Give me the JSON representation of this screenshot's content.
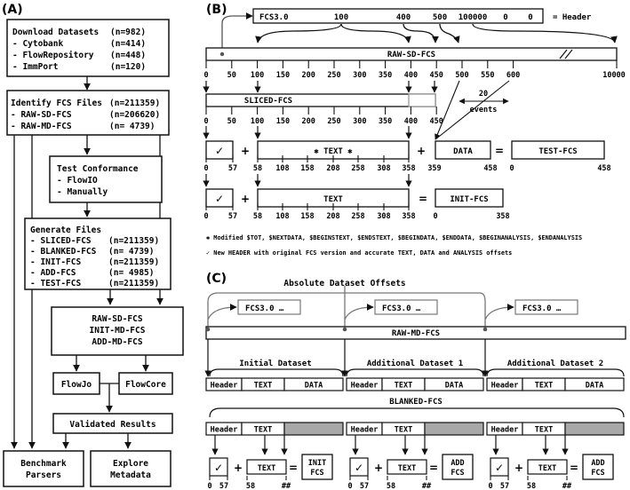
{
  "panel_a": {
    "label": "(A)",
    "download": {
      "title": "Download Datasets",
      "title_n": "(n=982)",
      "items": [
        {
          "name": "- Cytobank",
          "n": "(n=414)"
        },
        {
          "name": "- FlowRepository",
          "n": "(n=448)"
        },
        {
          "name": "- ImmPort",
          "n": "(n=120)"
        }
      ]
    },
    "identify": {
      "title": "Identify FCS Files",
      "title_n": "(n=211359)",
      "items": [
        {
          "name": "- RAW-SD-FCS",
          "n": "(n=206620)"
        },
        {
          "name": "- RAW-MD-FCS",
          "n": "(n=  4739)"
        }
      ]
    },
    "conformance": {
      "title": "Test Conformance",
      "items": [
        "- FlowIO",
        "- Manually"
      ]
    },
    "generate": {
      "title": "Generate Files",
      "items": [
        {
          "name": "- SLICED-FCS",
          "n": "(n=211359)"
        },
        {
          "name": "- BLANKED-FCS",
          "n": "(n=  4739)"
        },
        {
          "name": "- INIT-FCS",
          "n": "(n=211359)"
        },
        {
          "name": "- ADD-FCS",
          "n": "(n=  4985)"
        },
        {
          "name": "- TEST-FCS",
          "n": "(n=211359)"
        }
      ]
    },
    "files_box": [
      "RAW-SD-FCS",
      "INIT-MD-FCS",
      "ADD-MD-FCS"
    ],
    "flowjo": "FlowJo",
    "flowcore": "FlowCore",
    "validated": "Validated Results",
    "benchmark": [
      "Benchmark",
      "Parsers"
    ],
    "explore": [
      "Explore",
      "Metadata"
    ]
  },
  "panel_b": {
    "label": "(B)",
    "header_values": [
      "FCS3.0",
      "100",
      "400",
      "500",
      "100000",
      "0",
      "0"
    ],
    "header_eq": "= Header",
    "raw_sd": "RAW-SD-FCS",
    "ruler_ticks": [
      "0",
      "50",
      "100",
      "150",
      "200",
      "250",
      "300",
      "350",
      "400",
      "450",
      "500",
      "550",
      "600"
    ],
    "ruler_end": "10000",
    "sliced": "SLICED-FCS",
    "sliced_ticks": [
      "0",
      "50",
      "100",
      "150",
      "200",
      "250",
      "300",
      "350",
      "400",
      "450"
    ],
    "events_note": [
      "20",
      "events"
    ],
    "check": "✓",
    "plus": "+",
    "equals": "=",
    "text_mod": "✱ TEXT ✱",
    "text_plain": "TEXT",
    "data": "DATA",
    "test_fcs": "TEST-FCS",
    "init_fcs": "INIT-FCS",
    "row_ticks": [
      "0",
      "57",
      "58",
      "108",
      "158",
      "208",
      "258",
      "308",
      "358"
    ],
    "test_ticks": [
      "359",
      "458",
      "0",
      "458"
    ],
    "init_tick": "0",
    "init_end": "358",
    "note_star": "✱ Modified $TOT, $NEXTDATA, $BEGINSTEXT, $ENDSTEXT, $BEGINDATA, $ENDDATA, $BEGINANALYSIS, $ENDANALYSIS",
    "note_check": "✓ New HEADER with original FCS version and accurate TEXT, DATA and ANALYSIS offsets"
  },
  "panel_c": {
    "label": "(C)",
    "title": "Absolute Dataset Offsets",
    "header_snippet": "FCS3.0 …",
    "raw_md": "RAW-MD-FCS",
    "datasets": [
      "Initial Dataset",
      "Additional Dataset 1",
      "Additional Dataset 2"
    ],
    "seg_labels": [
      "Header",
      "TEXT",
      "DATA"
    ],
    "blanked": "BLANKED-FCS",
    "results": [
      [
        "INIT",
        "FCS"
      ],
      [
        "ADD",
        "FCS"
      ],
      [
        "ADD",
        "FCS"
      ]
    ],
    "small_text": "TEXT",
    "ticks": [
      "0",
      "57",
      "58",
      "##"
    ]
  }
}
